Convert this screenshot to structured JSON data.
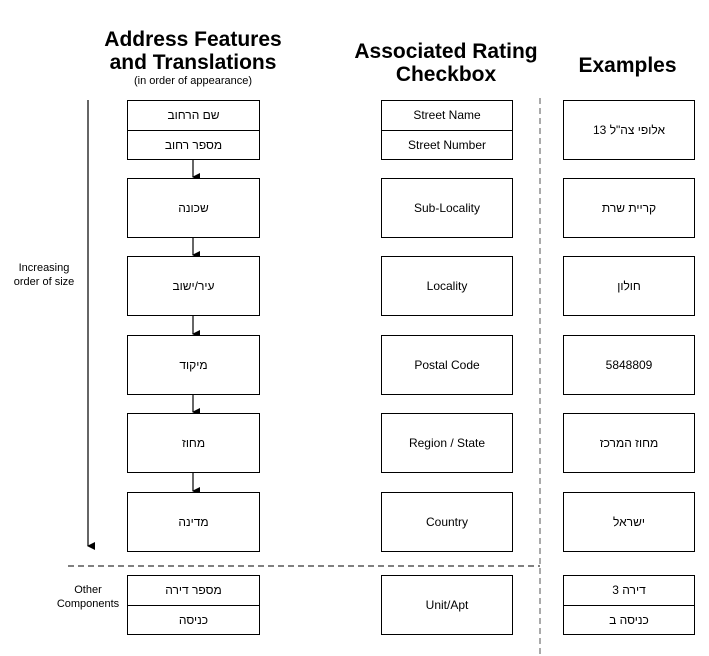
{
  "headers": {
    "col1_title_line1": "Address Features",
    "col1_title_line2": "and Translations",
    "col1_subtitle": "(in order of appearance)",
    "col2_title_line1": "Associated Rating",
    "col2_title_line2": "Checkbox",
    "col3_title": "Examples"
  },
  "side_labels": {
    "increasing_line1": "Increasing",
    "increasing_line2": "order of size",
    "other_line1": "Other",
    "other_line2": "Components"
  },
  "features": {
    "street_name": "שם הרחוב",
    "street_number": "מספר רחוב",
    "sub_locality": "שכונה",
    "locality": "עיר/ישוב",
    "postal_code": "מיקוד",
    "region": "מחוז",
    "country": "מדינה",
    "apartment_number": "מספר דירה",
    "entrance": "כניסה"
  },
  "rating": {
    "street_name": "Street Name",
    "street_number": "Street Number",
    "sub_locality": "Sub-Locality",
    "locality": "Locality",
    "postal_code": "Postal Code",
    "region": "Region / State",
    "country": "Country",
    "unit": "Unit/Apt"
  },
  "examples": {
    "street": "אלופי צה\"ל 13",
    "sub_locality": "קריית שרת",
    "locality": "חולון",
    "postal_code": "5848809",
    "region": "מחוז המרכז",
    "country": "ישראל",
    "apartment": "דירה 3",
    "entrance": "כניסה ב"
  }
}
